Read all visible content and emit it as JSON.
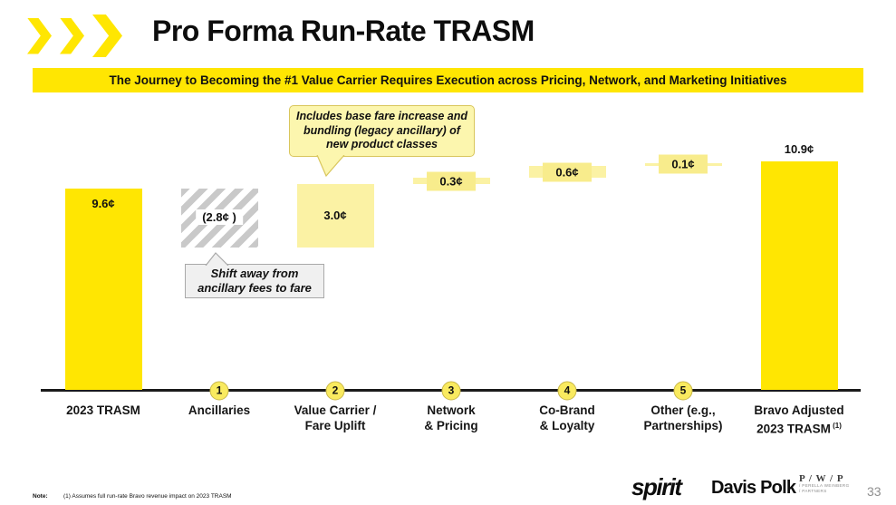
{
  "header": {
    "title": "Pro Forma Run-Rate TRASM",
    "banner": "The Journey to Becoming the #1 Value Carrier Requires Execution across Pricing, Network, and Marketing Initiatives"
  },
  "chart_data": {
    "type": "bar",
    "subtype": "waterfall",
    "title": "Pro Forma Run-Rate TRASM",
    "unit": "cents (¢)",
    "categories": [
      "2023 TRASM",
      "Ancillaries",
      "Value Carrier / Fare Uplift",
      "Network & Pricing",
      "Co-Brand & Loyalty",
      "Other (e.g., Partnerships)",
      "Bravo Adjusted 2023 TRASM"
    ],
    "category_lines": [
      [
        "2023 TRASM"
      ],
      [
        "Ancillaries"
      ],
      [
        "Value Carrier /",
        "Fare Uplift"
      ],
      [
        "Network",
        "& Pricing"
      ],
      [
        "Co-Brand",
        "& Loyalty"
      ],
      [
        "Other (e.g.,",
        "Partnerships)"
      ],
      [
        "Bravo Adjusted",
        "2023 TRASM"
      ]
    ],
    "values": [
      9.6,
      -2.8,
      3.0,
      0.3,
      0.6,
      0.1,
      10.9
    ],
    "bar_labels": [
      "9.6¢",
      "(2.8¢ )",
      "3.0¢",
      "0.3¢",
      "0.6¢",
      "0.1¢",
      "10.9¢"
    ],
    "bar_roles": [
      "total",
      "decrease",
      "increase",
      "increase",
      "increase",
      "increase",
      "total"
    ],
    "step_numbers": [
      "",
      "1",
      "2",
      "3",
      "4",
      "5",
      ""
    ],
    "last_category_sup": "(1)",
    "ylim": [
      0,
      12
    ],
    "gridlines": false,
    "axes": "x-axis only, no y-axis"
  },
  "annotations": {
    "uplift_callout": {
      "line1": "Includes base fare increase and",
      "line2": "bundling (legacy ancillary) of",
      "line3": "new product classes"
    },
    "ancillary_callout": {
      "line1": "Shift away from",
      "line2": "ancillary fees to fare"
    }
  },
  "footer": {
    "note_label": "Note:",
    "note_text": "(1) Assumes full run-rate Bravo revenue impact on 2023 TRASM",
    "logos": {
      "spirit": "spirit",
      "davis_polk": "Davis Polk",
      "pwp_top": "P / W / P",
      "pwp_sub1": "/ PERELLA WEINBERG",
      "pwp_sub2": "/ PARTNERS"
    },
    "page_number": "33"
  },
  "colors": {
    "brand_yellow": "#FFE602",
    "pale_yellow_bar": "#FBF2A4",
    "value_box_yellow": "#F8EC8C",
    "callout_yellow_bg": "#FCF6AE",
    "callout_yellow_border": "#D9C65C",
    "callout_gray_bg": "#F0F0F0",
    "callout_gray_border": "#A9A9A9",
    "hatch_gray": "#C9C9C9",
    "circle_fill": "#F9EA5F",
    "circle_border": "#C9B84B",
    "axis_black": "#1B1B1B",
    "text_black": "#161616",
    "page_number_gray": "#8F8F8F"
  }
}
